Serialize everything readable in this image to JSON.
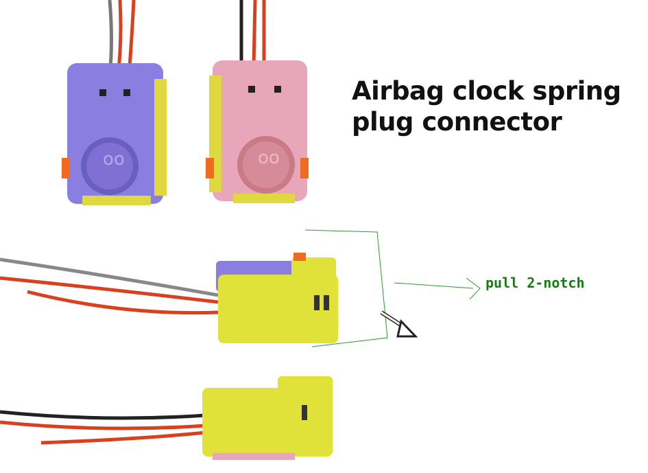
{
  "title": {
    "line1": "Airbag clock spring",
    "line2": "plug connector"
  },
  "annotation": {
    "label": "pull 2-notch"
  },
  "colors": {
    "purple": "#8a7ee0",
    "pink": "#e8a6bb",
    "yellow": "#e0e23a",
    "annotation_green": "#1a7a1a"
  }
}
